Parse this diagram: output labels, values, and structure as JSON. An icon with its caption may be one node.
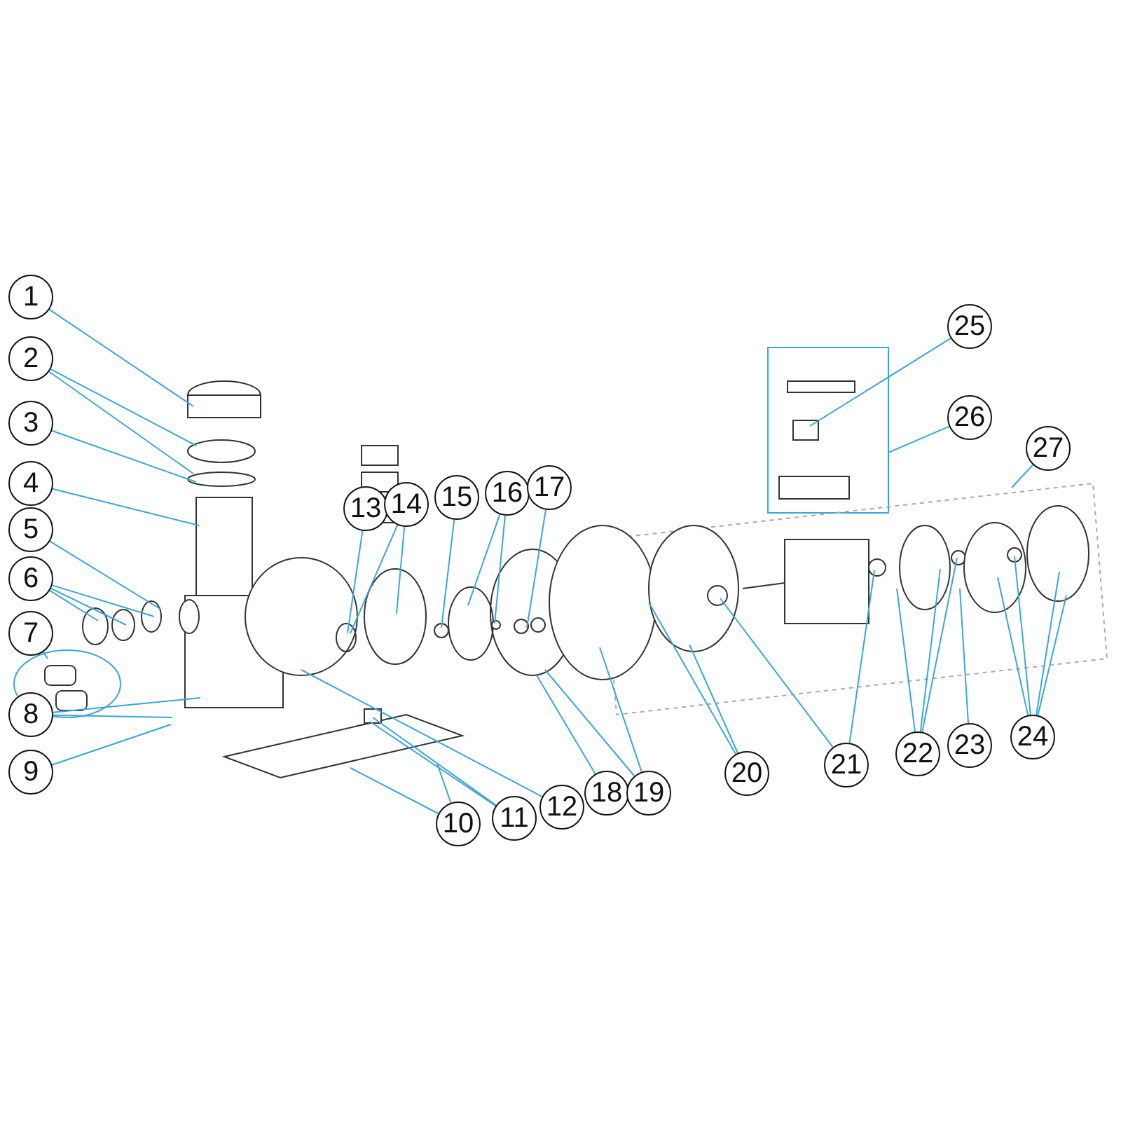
{
  "diagram": {
    "nodes": [
      {
        "text": [
          "1"
        ]
      },
      {
        "text": [
          "2"
        ]
      },
      {
        "text": [
          "3"
        ]
      },
      {
        "text": [
          "4"
        ]
      },
      {
        "text": [
          "5"
        ]
      },
      {
        "text": [
          "6"
        ]
      },
      {
        "text": [
          "7"
        ]
      },
      {
        "text": [
          "8"
        ]
      },
      {
        "text": [
          "9"
        ]
      },
      {
        "text": [
          "10"
        ]
      },
      {
        "text": [
          "11"
        ]
      },
      {
        "text": [
          "12"
        ]
      },
      {
        "text": [
          "13"
        ]
      },
      {
        "text": [
          "14"
        ]
      },
      {
        "text": [
          "15"
        ]
      },
      {
        "text": [
          "16"
        ]
      },
      {
        "text": [
          "17"
        ]
      },
      {
        "text": [
          "18"
        ]
      },
      {
        "text": [
          "19"
        ]
      },
      {
        "text": [
          "20"
        ]
      },
      {
        "text": [
          "21"
        ]
      },
      {
        "text": [
          "22"
        ]
      },
      {
        "text": [
          "23"
        ]
      },
      {
        "text": [
          "24"
        ]
      },
      {
        "text": [
          "25"
        ]
      },
      {
        "text": [
          "26"
        ]
      },
      {
        "text": [
          "27"
        ]
      }
    ],
    "edges": [
      {
        "from": 0,
        "to": null,
        "arrow": "none"
      },
      {
        "from": 1,
        "to": null,
        "arrow": "none"
      },
      {
        "from": 1,
        "to": null,
        "arrow": "none"
      },
      {
        "from": 2,
        "to": null,
        "arrow": "none"
      },
      {
        "from": 3,
        "to": null,
        "arrow": "none"
      },
      {
        "from": 4,
        "to": null,
        "arrow": "none"
      },
      {
        "from": 5,
        "to": null,
        "arrow": "none"
      },
      {
        "from": 5,
        "to": null,
        "arrow": "none"
      },
      {
        "from": 5,
        "to": null,
        "arrow": "none"
      },
      {
        "from": 6,
        "to": null,
        "arrow": "none"
      },
      {
        "from": 7,
        "to": null,
        "arrow": "none"
      },
      {
        "from": 7,
        "to": null,
        "arrow": "none"
      },
      {
        "from": 8,
        "to": null,
        "arrow": "none"
      },
      {
        "from": 9,
        "to": null,
        "arrow": "none"
      },
      {
        "from": 9,
        "to": null,
        "arrow": "none"
      },
      {
        "from": 10,
        "to": null,
        "arrow": "none"
      },
      {
        "from": 10,
        "to": null,
        "arrow": "none"
      },
      {
        "from": 11,
        "to": null,
        "arrow": "none"
      },
      {
        "from": 12,
        "to": null,
        "arrow": "none"
      },
      {
        "from": 13,
        "to": null,
        "arrow": "none"
      },
      {
        "from": 13,
        "to": null,
        "arrow": "none"
      },
      {
        "from": 14,
        "to": null,
        "arrow": "none"
      },
      {
        "from": 15,
        "to": null,
        "arrow": "none"
      },
      {
        "from": 15,
        "to": null,
        "arrow": "none"
      },
      {
        "from": 16,
        "to": null,
        "arrow": "none"
      },
      {
        "from": 17,
        "to": null,
        "arrow": "none"
      },
      {
        "from": 18,
        "to": null,
        "arrow": "none"
      },
      {
        "from": 18,
        "to": null,
        "arrow": "none"
      },
      {
        "from": 19,
        "to": null,
        "arrow": "none"
      },
      {
        "from": 19,
        "to": null,
        "arrow": "none"
      },
      {
        "from": 20,
        "to": null,
        "arrow": "none"
      },
      {
        "from": 20,
        "to": null,
        "arrow": "none"
      },
      {
        "from": 21,
        "to": null,
        "arrow": "none"
      },
      {
        "from": 21,
        "to": null,
        "arrow": "none"
      },
      {
        "from": 21,
        "to": null,
        "arrow": "none"
      },
      {
        "from": 22,
        "to": null,
        "arrow": "none"
      },
      {
        "from": 23,
        "to": null,
        "arrow": "none"
      },
      {
        "from": 23,
        "to": null,
        "arrow": "none"
      },
      {
        "from": 23,
        "to": null,
        "arrow": "none"
      },
      {
        "from": 23,
        "to": null,
        "arrow": "none"
      },
      {
        "from": 24,
        "to": null,
        "arrow": "none"
      },
      {
        "from": 25,
        "to": null,
        "arrow": "none"
      },
      {
        "from": 26,
        "to": null,
        "arrow": "none"
      }
    ]
  }
}
